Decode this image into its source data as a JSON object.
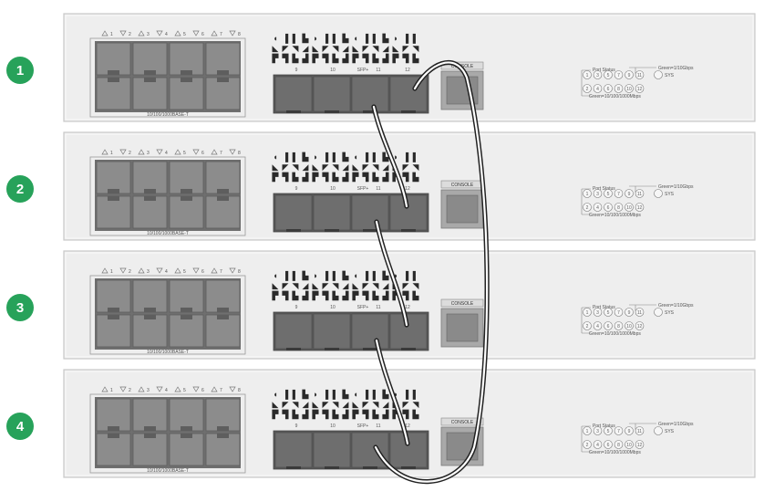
{
  "colors": {
    "badge": "#27a25a",
    "chassis": "#eeeeee",
    "chassis_edge": "#c8c8c8",
    "port": "#8c8c8c",
    "port_dark": "#6f6f6f",
    "cable": "#222222"
  },
  "copper_port_labels": [
    "1",
    "2",
    "3",
    "4",
    "5",
    "6",
    "7",
    "8"
  ],
  "copper_caption": "10/100/1000BASE-T",
  "sfp_port_labels": [
    "9",
    "10",
    "11",
    "12"
  ],
  "sfp_caption": "SFP+",
  "console_label": "CONSOLE",
  "led_panel": {
    "status_title": "Port Status",
    "top_legend": "Green=1/10Gbps",
    "bottom_legend": "Green=10/100/1000Mbps",
    "sys_label": "SYS",
    "top_row": [
      "1",
      "3",
      "5",
      "7",
      "9",
      "11"
    ],
    "bottom_row": [
      "2",
      "4",
      "6",
      "8",
      "10",
      "12"
    ]
  },
  "devices": [
    {
      "number": "1"
    },
    {
      "number": "2"
    },
    {
      "number": "3"
    },
    {
      "number": "4"
    }
  ],
  "cables": [
    {
      "from_device": 1,
      "from_port": "11",
      "to_device": 2,
      "to_port": "12"
    },
    {
      "from_device": 2,
      "from_port": "11",
      "to_device": 3,
      "to_port": "12"
    },
    {
      "from_device": 3,
      "from_port": "11",
      "to_device": 4,
      "to_port": "12"
    },
    {
      "from_device": 4,
      "from_port": "11",
      "to_device": 1,
      "to_port": "12"
    }
  ]
}
